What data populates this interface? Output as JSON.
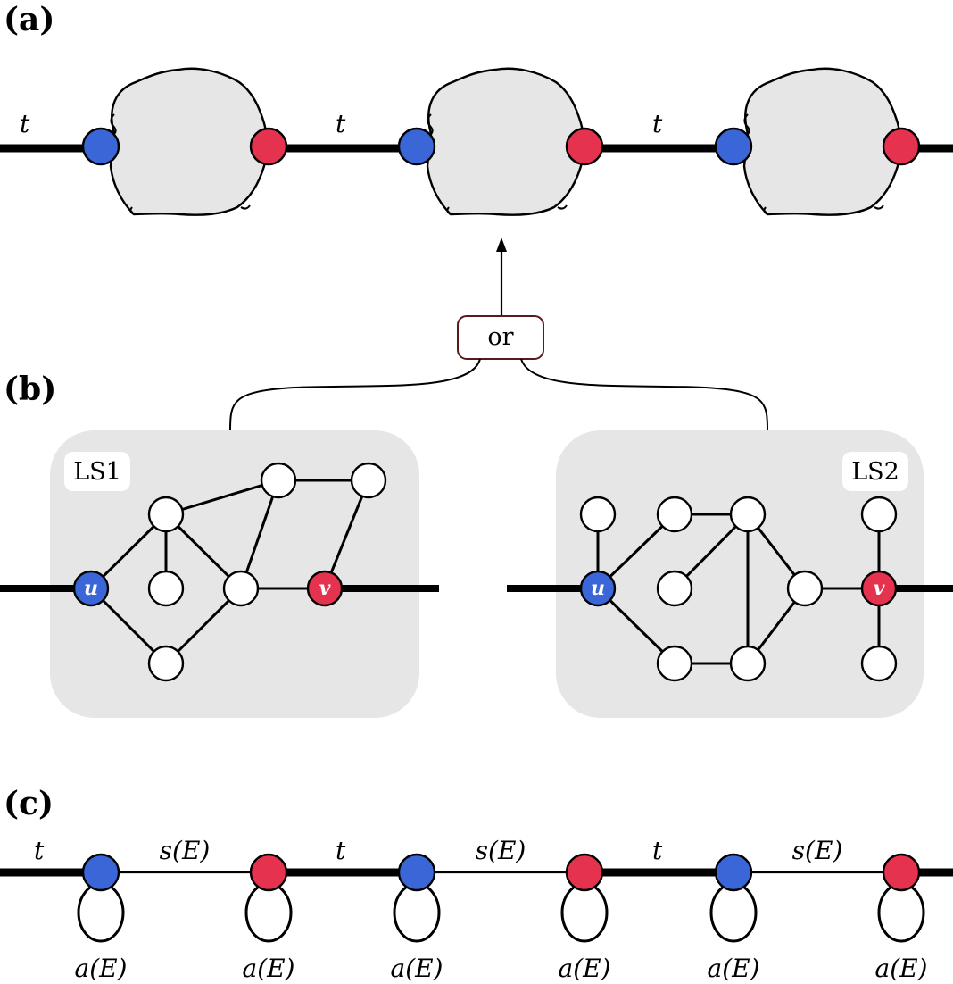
{
  "colors": {
    "blue": "#3a66d8",
    "red": "#e5324e",
    "blob_fill": "#e6e6e6",
    "box_fill": "#e6e6e6",
    "or_border": "#5a1a1a"
  },
  "panels": {
    "a": {
      "label": "(a)"
    },
    "b": {
      "label": "(b)"
    },
    "c": {
      "label": "(c)"
    }
  },
  "labels": {
    "t": "t",
    "or": "or",
    "ls1": "LS1",
    "ls2": "LS2",
    "u": "u",
    "v": "v",
    "sE": "s(E)",
    "aE": "a(E)"
  }
}
